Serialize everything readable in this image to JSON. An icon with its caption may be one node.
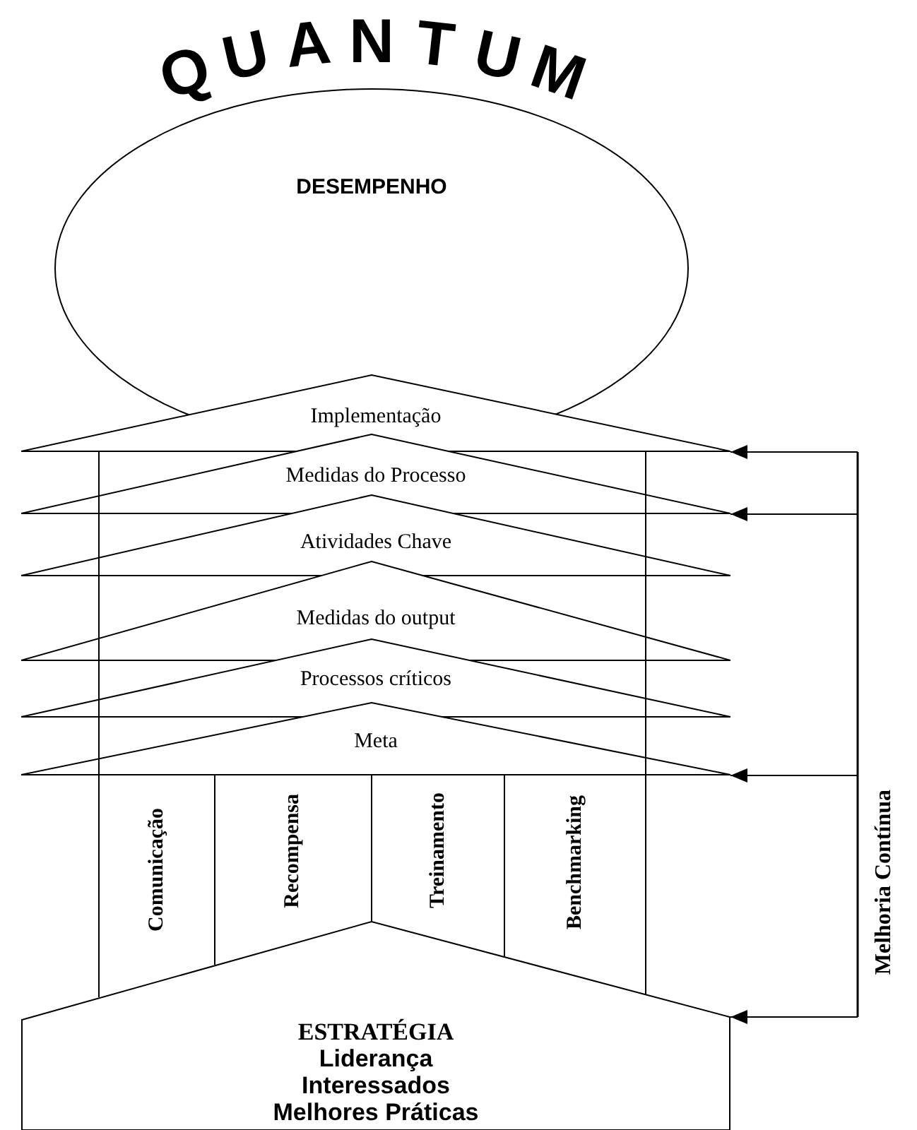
{
  "diagram": {
    "title": "QUANTUM",
    "nodes": [
      {
        "text": [
          "DESEMPENHO"
        ]
      },
      {
        "text": [
          "Implementação"
        ]
      },
      {
        "text": [
          "Medidas do Processo"
        ]
      },
      {
        "text": [
          "Atividades Chave"
        ]
      },
      {
        "text": [
          "Medidas do output"
        ]
      },
      {
        "text": [
          "Processos críticos"
        ]
      },
      {
        "text": [
          "Meta"
        ]
      },
      {
        "text": [
          "Comunicação"
        ]
      },
      {
        "text": [
          "Recompensa"
        ]
      },
      {
        "text": [
          "Treinamento"
        ]
      },
      {
        "text": [
          "Benchmarking"
        ]
      },
      {
        "text": [
          "ESTRATÉGIA",
          "Liderança",
          "Interessados",
          "Melhores Práticas"
        ]
      }
    ],
    "edges": [
      {
        "from": null,
        "to": 1,
        "arrow": "to"
      },
      {
        "from": null,
        "to": 2,
        "arrow": "to"
      },
      {
        "from": null,
        "to": 6,
        "arrow": "to"
      },
      {
        "from": null,
        "to": 11,
        "arrow": "to"
      }
    ],
    "labels": [
      "Melhoria Contínua"
    ]
  }
}
